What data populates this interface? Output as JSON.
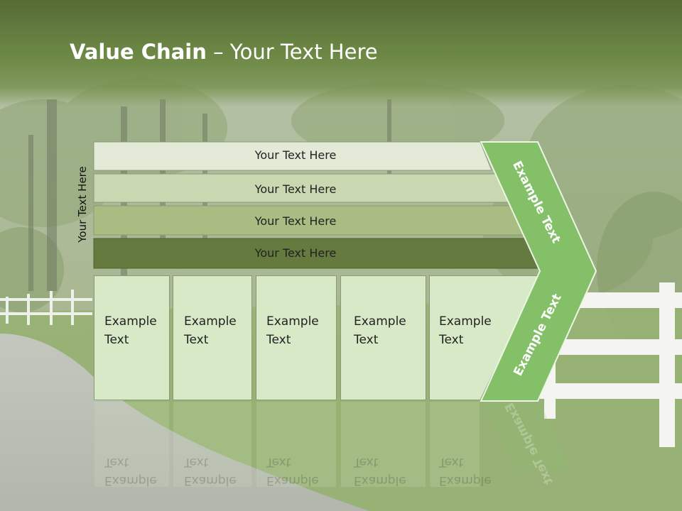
{
  "title": {
    "bold": "Value Chain",
    "rest": " – Your Text Here"
  },
  "side_label": "Your Text Here",
  "rows": [
    {
      "label": "Your Text Here"
    },
    {
      "label": "Your Text Here"
    },
    {
      "label": "Your Text Here"
    },
    {
      "label": "Your Text Here"
    }
  ],
  "cells": [
    {
      "line1": "Example",
      "line2": "Text"
    },
    {
      "line1": "Example",
      "line2": "Text"
    },
    {
      "line1": "Example",
      "line2": "Text"
    },
    {
      "line1": "Example",
      "line2": "Text"
    },
    {
      "line1": "Example",
      "line2": "Text"
    }
  ],
  "arrow": {
    "upper_label": "Example Text",
    "lower_label": "Example Text"
  },
  "colors": {
    "header": "#6e8a46",
    "row_1": "#e4ead8",
    "row_2": "#cad8b2",
    "row_3": "#a9bd82",
    "row_4": "#647a3e",
    "cell": "#d8e9c7",
    "arrow": "#84c068"
  }
}
